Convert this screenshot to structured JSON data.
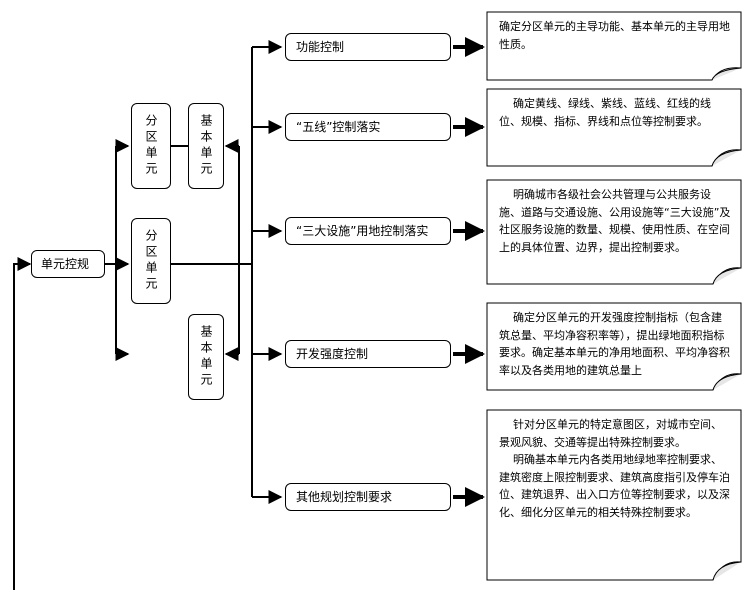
{
  "root": {
    "label": "单元控规"
  },
  "levels": {
    "district_top": "分区单元",
    "basic_top": "基本单元",
    "district_mid": "分区单元",
    "basic_bottom": "基本单元"
  },
  "controls": [
    {
      "label": "功能控制",
      "note": "确定分区单元的主导功能、基本单元的主导用地性质。"
    },
    {
      "label": "“五线”控制落实",
      "note": "    确定黄线、绿线、紫线、蓝线、红线的线位、规模、指标、界线和点位等控制要求。"
    },
    {
      "label": "“三大设施”用地控制落实",
      "note": "    明确城市各级社会公共管理与公共服务设施、道路与交通设施、公用设施等“三大设施”及社区服务设施的数量、规模、使用性质、在空间上的具体位置、边界，提出控制要求。"
    },
    {
      "label": "开发强度控制",
      "note": "    确定分区单元的开发强度控制指标（包含建筑总量、平均净容积率等），提出绿地面积指标要求。确定基本单元的净用地面积、平均净容积率以及各类用地的建筑总量上"
    },
    {
      "label": "其他规划控制要求",
      "note": "    针对分区单元的特定意图区，对城市空间、景观风貌、交通等提出特殊控制要求。\n    明确基本单元内各类用地绿地率控制要求、建筑密度上限控制要求、建筑高度指引及停车泊位、建筑退界、出入口方位等控制要求，以及深化、细化分区单元的相关特殊控制要求。"
    }
  ]
}
